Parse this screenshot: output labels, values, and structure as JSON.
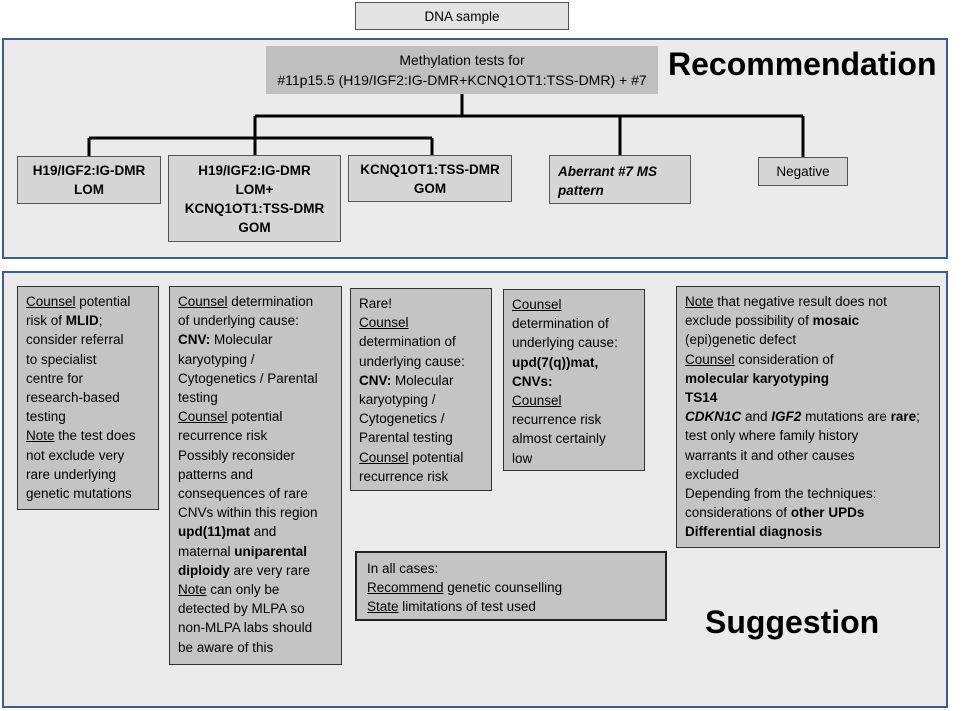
{
  "top_node": {
    "label": "DNA sample"
  },
  "recommendation": {
    "heading": "Recommendation",
    "tests_box": {
      "line1": "Methylation tests for",
      "line2": "#11p15.5 (H19/IGF2:IG-DMR+KCNQ1OT1:TSS-DMR) + #7"
    },
    "results": [
      {
        "lines": [
          "H19/IGF2:IG-DMR",
          "LOM"
        ]
      },
      {
        "lines": [
          "H19/IGF2:IG-DMR",
          "LOM+",
          "KCNQ1OT1:TSS-DMR",
          "GOM"
        ]
      },
      {
        "lines": [
          "KCNQ1OT1:TSS-DMR",
          "GOM"
        ]
      },
      {
        "lines": [
          "Aberrant #7 MS",
          "pattern"
        ]
      },
      {
        "lines": [
          "Negative"
        ]
      }
    ]
  },
  "suggestion": {
    "heading": "Suggestion",
    "boxes": [
      {
        "lines": [
          [
            {
              "t": "Counsel",
              "s": "u"
            },
            {
              "t": " potential"
            }
          ],
          [
            {
              "t": "risk of "
            },
            {
              "t": "MLID",
              "s": "b"
            },
            {
              "t": ";"
            }
          ],
          [
            {
              "t": "consider referral"
            }
          ],
          [
            {
              "t": "to specialist"
            }
          ],
          [
            {
              "t": "centre for"
            }
          ],
          [
            {
              "t": "research-based"
            }
          ],
          [
            {
              "t": "testing"
            }
          ],
          [
            {
              "t": "Note",
              "s": "u"
            },
            {
              "t": " the test does"
            }
          ],
          [
            {
              "t": "not exclude very"
            }
          ],
          [
            {
              "t": "rare underlying"
            }
          ],
          [
            {
              "t": "genetic mutations"
            }
          ]
        ]
      },
      {
        "lines": [
          [
            {
              "t": "Counsel",
              "s": "u"
            },
            {
              "t": " determination"
            }
          ],
          [
            {
              "t": "of underlying cause:"
            }
          ],
          [
            {
              "t": "CNV:",
              "s": "b"
            },
            {
              "t": " Molecular"
            }
          ],
          [
            {
              "t": "karyotyping /"
            }
          ],
          [
            {
              "t": "Cytogenetics / Parental"
            }
          ],
          [
            {
              "t": "testing"
            }
          ],
          [
            {
              "t": "Counsel",
              "s": "u"
            },
            {
              "t": " potential"
            }
          ],
          [
            {
              "t": "recurrence risk"
            }
          ],
          [
            {
              "t": "Possibly reconsider"
            }
          ],
          [
            {
              "t": "patterns and"
            }
          ],
          [
            {
              "t": "consequences of rare"
            }
          ],
          [
            {
              "t": "CNVs within this region"
            }
          ],
          [
            {
              "t": "upd(11)mat",
              "s": "b"
            },
            {
              "t": " and"
            }
          ],
          [
            {
              "t": "maternal "
            },
            {
              "t": "uniparental",
              "s": "b"
            }
          ],
          [
            {
              "t": "diploidy",
              "s": "b"
            },
            {
              "t": " are very rare"
            }
          ],
          [
            {
              "t": "Note",
              "s": "u"
            },
            {
              "t": " can only be"
            }
          ],
          [
            {
              "t": "detected by MLPA so"
            }
          ],
          [
            {
              "t": "non-MLPA labs should"
            }
          ],
          [
            {
              "t": "be aware of this"
            }
          ]
        ]
      },
      {
        "lines": [
          [
            {
              "t": "Rare!"
            }
          ],
          [
            {
              "t": "Counsel",
              "s": "u"
            }
          ],
          [
            {
              "t": "determination of"
            }
          ],
          [
            {
              "t": "underlying cause:"
            }
          ],
          [
            {
              "t": "CNV:",
              "s": "b"
            },
            {
              "t": " Molecular"
            }
          ],
          [
            {
              "t": "karyotyping /"
            }
          ],
          [
            {
              "t": "Cytogenetics /"
            }
          ],
          [
            {
              "t": "Parental testing"
            }
          ],
          [
            {
              "t": "Counsel",
              "s": "u"
            },
            {
              "t": " potential"
            }
          ],
          [
            {
              "t": "recurrence risk"
            }
          ]
        ]
      },
      {
        "lines": [
          [
            {
              "t": "Counsel",
              "s": "u"
            }
          ],
          [
            {
              "t": "determination of"
            }
          ],
          [
            {
              "t": "underlying cause:"
            }
          ],
          [
            {
              "t": "upd(7(q))mat,",
              "s": "b"
            }
          ],
          [
            {
              "t": "CNVs:",
              "s": "b"
            }
          ],
          [
            {
              "t": "Counsel",
              "s": "u"
            }
          ],
          [
            {
              "t": "recurrence risk"
            }
          ],
          [
            {
              "t": "almost certainly"
            }
          ],
          [
            {
              "t": "low"
            }
          ]
        ]
      },
      {
        "lines": [
          [
            {
              "t": "Note",
              "s": "u"
            },
            {
              "t": " that negative result does not"
            }
          ],
          [
            {
              "t": "exclude possibility of "
            },
            {
              "t": "mosaic",
              "s": "b"
            }
          ],
          [
            {
              "t": "(epi)genetic defect"
            }
          ],
          [
            {
              "t": "Counsel",
              "s": "u"
            },
            {
              "t": " consideration of"
            }
          ],
          [
            {
              "t": "molecular karyotyping",
              "s": "b"
            }
          ],
          [
            {
              "t": "TS14",
              "s": "b"
            }
          ],
          [
            {
              "t": "CDKN1C",
              "s": "bi"
            },
            {
              "t": " and "
            },
            {
              "t": "IGF2",
              "s": "bi"
            },
            {
              "t": " mutations are "
            },
            {
              "t": "rare",
              "s": "b"
            },
            {
              "t": ";"
            }
          ],
          [
            {
              "t": "test only where family history"
            }
          ],
          [
            {
              "t": "warrants it and other causes"
            }
          ],
          [
            {
              "t": "excluded"
            }
          ],
          [
            {
              "t": "Depending from the techniques:"
            }
          ],
          [
            {
              "t": "considerations of "
            },
            {
              "t": "other UPDs",
              "s": "b"
            }
          ],
          [
            {
              "t": "Differential diagnosis",
              "s": "b"
            }
          ]
        ]
      }
    ],
    "all_cases": {
      "lines": [
        [
          {
            "t": "In all cases:"
          }
        ],
        [
          {
            "t": "Recommend",
            "s": "u"
          },
          {
            "t": " genetic counselling"
          }
        ],
        [
          {
            "t": "State",
            "s": "u"
          },
          {
            "t": " limitations of test used"
          }
        ]
      ]
    }
  }
}
